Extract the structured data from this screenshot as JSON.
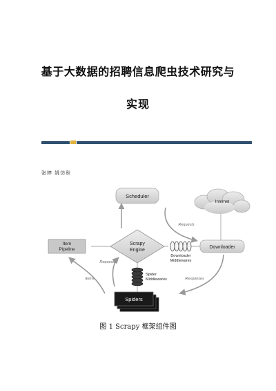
{
  "document": {
    "title_line1": "基于大数据的招聘信息爬虫技术研究与",
    "title_line2": "实现",
    "authors": "张婷  姚仿秋",
    "caption": "图 1 Scrapy 框架组件图"
  },
  "diagram": {
    "scheduler": "Scheduler",
    "internet": "Internet",
    "requests_top": "Requests",
    "item_pipeline_1": "Item",
    "item_pipeline_2": "Pipeline",
    "engine_1": "Scrapy",
    "engine_2": "Engine",
    "downloader": "Downloader",
    "dl_mw_1": "Downloader",
    "dl_mw_2": "Middlewares",
    "requests_left": "Requests",
    "spider_mw_1": "Spider",
    "spider_mw_2": "Middlewares",
    "items": "Items",
    "responses": "Responses",
    "spiders": "Spiders"
  },
  "colors": {
    "rule": "#2e4f6e",
    "rule_accent": "#e2b23c",
    "box_fill": "#d9d9d9",
    "spiders_fill": "#1a1a1a"
  }
}
